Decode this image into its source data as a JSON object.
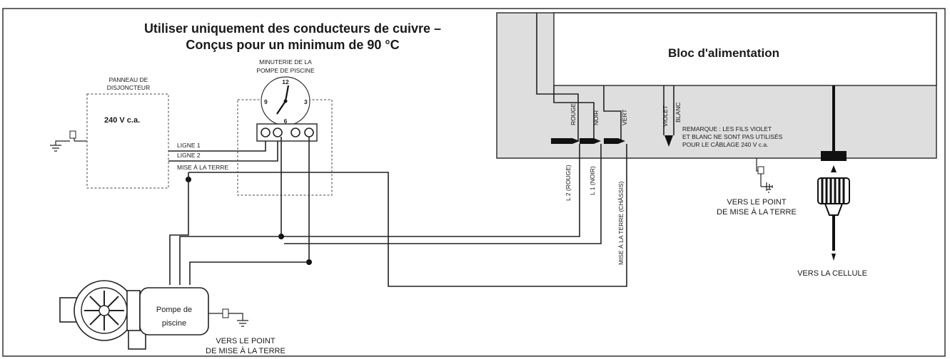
{
  "title": {
    "line1": "Utiliser uniquement des conducteurs de cuivre –",
    "line2": "Conçus pour un minimum de 90 °C"
  },
  "breaker_panel": {
    "label_line1": "PANNEAU DE",
    "label_line2": "DISJONCTEUR",
    "voltage": "240 V c.a.",
    "line1": "LIGNE 1",
    "line2": "LIGNE 2",
    "ground": "MISE À LA TERRE"
  },
  "timer": {
    "label_line1": "MINUTERIE DE LA",
    "label_line2": "POMPE DE PISCINE",
    "clock_12": "12",
    "clock_3": "3",
    "clock_6": "6",
    "clock_9": "9"
  },
  "power_supply": {
    "label": "Bloc d'alimentation",
    "wire_rouge": "ROUGE",
    "wire_noir": "NOIR",
    "wire_vert": "VERT",
    "wire_violet": "VIOLET",
    "wire_blanc": "BLANC",
    "note_line1": "REMARQUE : LES FILS VIOLET",
    "note_line2": "ET BLANC NE SONT PAS UTILISÉS",
    "note_line3": "POUR LE CÂBLAGE 240 V c.a."
  },
  "field_wires": {
    "l2": "L 2 (ROUGE)",
    "l1": "L 1 (NOIR)",
    "ground": "MISE À LA TERRE (CHÂSSIS)"
  },
  "psu_ground": {
    "line1": "VERS LE POINT",
    "line2": "DE MISE À LA TERRE"
  },
  "cell": {
    "label": "VERS LA CELLULE"
  },
  "pump": {
    "label_line1": "Pompe de",
    "label_line2": "piscine",
    "ground_line1": "VERS LE POINT",
    "ground_line2": "DE MISE À LA TERRE"
  }
}
